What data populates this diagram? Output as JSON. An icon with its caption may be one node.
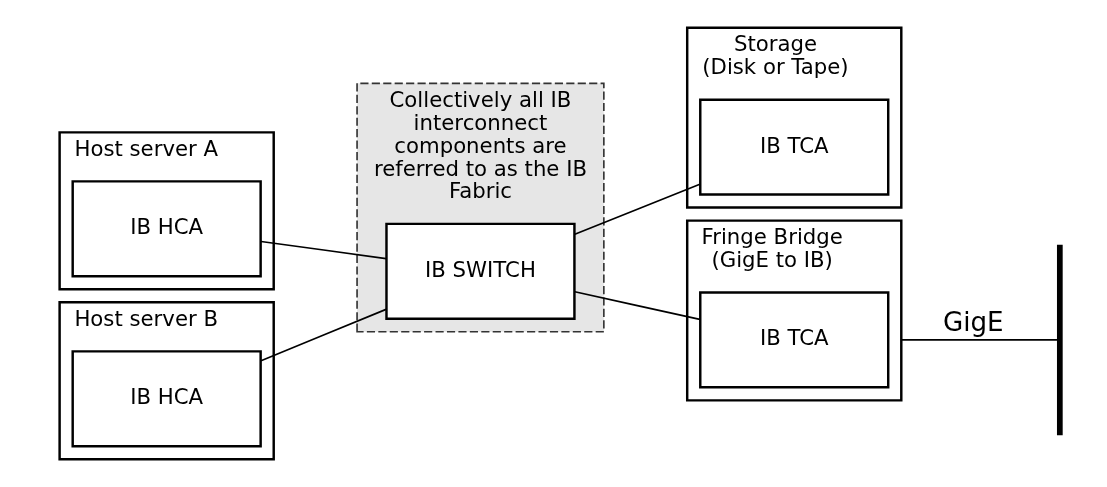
{
  "diagram": {
    "nodes": [
      {
        "text": [
          "Collectively all IB interconnect components are referred to as the IB Fabric"
        ]
      },
      {
        "text": [
          "IB SWITCH"
        ],
        "in": 0
      },
      {
        "text": [
          "Host server A"
        ]
      },
      {
        "text": [
          "IB HCA"
        ],
        "in": 2
      },
      {
        "text": [
          "Storage",
          "(Disk or Tape)"
        ]
      },
      {
        "text": [
          "IB TCA"
        ],
        "in": 4
      },
      {
        "text": [
          "Host server B"
        ]
      },
      {
        "text": [
          "IB HCA"
        ],
        "in": 6
      },
      {
        "text": [
          "Fringe Bridge",
          "(GigE to IB)"
        ]
      },
      {
        "text": [
          "IB TCA"
        ],
        "in": 8
      },
      {
        "text": [],
        "shape": "bar"
      }
    ],
    "edges": [
      {
        "from": 3,
        "to": 1,
        "arrow": "none"
      },
      {
        "from": 7,
        "to": 1,
        "arrow": "none"
      },
      {
        "from": 1,
        "to": 5,
        "arrow": "none"
      },
      {
        "from": 1,
        "to": 9,
        "arrow": "none"
      },
      {
        "from": 8,
        "to": 10,
        "arrow": "none",
        "label": "GigE"
      }
    ]
  }
}
